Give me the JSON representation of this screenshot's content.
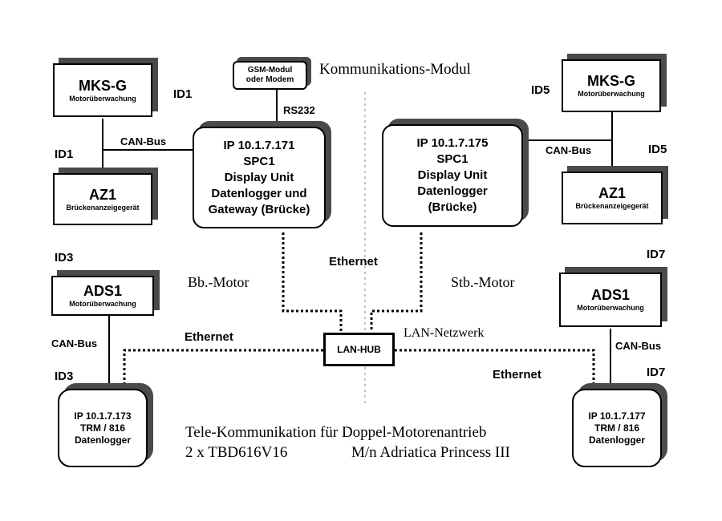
{
  "header": {
    "comm_module_label": "Kommunikations-Modul"
  },
  "gsm": {
    "line1": "GSM-Modul",
    "line2": "oder Modem",
    "link": "RS232"
  },
  "left": {
    "mks": {
      "title": "MKS-G",
      "sub": "Motorüberwachung",
      "id": "ID1"
    },
    "az": {
      "title": "AZ1",
      "sub": "Brückenanzeigegerät",
      "id": "ID1"
    },
    "can_label": "CAN-Bus",
    "spc": {
      "line1": "IP 10.1.7.171",
      "line2": "SPC1",
      "line3": "Display Unit",
      "line4": "Datenlogger und",
      "line5": "Gateway (Brücke)"
    },
    "motor_label": "Bb.-Motor",
    "ads": {
      "title": "ADS1",
      "sub": "Motorüberwachung",
      "id": "ID3"
    },
    "ads_can": "CAN-Bus",
    "trm": {
      "line1": "IP 10.1.7.173",
      "line2": "TRM / 816",
      "line3": "Datenlogger",
      "id": "ID3"
    },
    "ethernet": "Ethernet"
  },
  "right": {
    "mks": {
      "title": "MKS-G",
      "sub": "Motorüberwachung",
      "id": "ID5"
    },
    "az": {
      "title": "AZ1",
      "sub": "Brückenanzeigegerät",
      "id": "ID5"
    },
    "can_label": "CAN-Bus",
    "spc": {
      "line1": "IP 10.1.7.175",
      "line2": "SPC1",
      "line3": "Display Unit",
      "line4": "Datenlogger",
      "line5": "(Brücke)"
    },
    "motor_label": "Stb.-Motor",
    "ads": {
      "title": "ADS1",
      "sub": "Motorüberwachung",
      "id": "ID7"
    },
    "ads_can": "CAN-Bus",
    "trm": {
      "line1": "IP 10.1.7.177",
      "line2": "TRM / 816",
      "line3": "Datenlogger",
      "id": "ID7"
    },
    "ethernet": "Ethernet"
  },
  "center": {
    "ethernet": "Ethernet",
    "hub": "LAN-HUB",
    "lan_label": "LAN-Netzwerk"
  },
  "footer": {
    "line1": "Tele-Kommunikation für Doppel-Motorenantrieb",
    "line2a": "2 x TBD616V16",
    "line2b": "M/n Adriatica Princess III"
  }
}
